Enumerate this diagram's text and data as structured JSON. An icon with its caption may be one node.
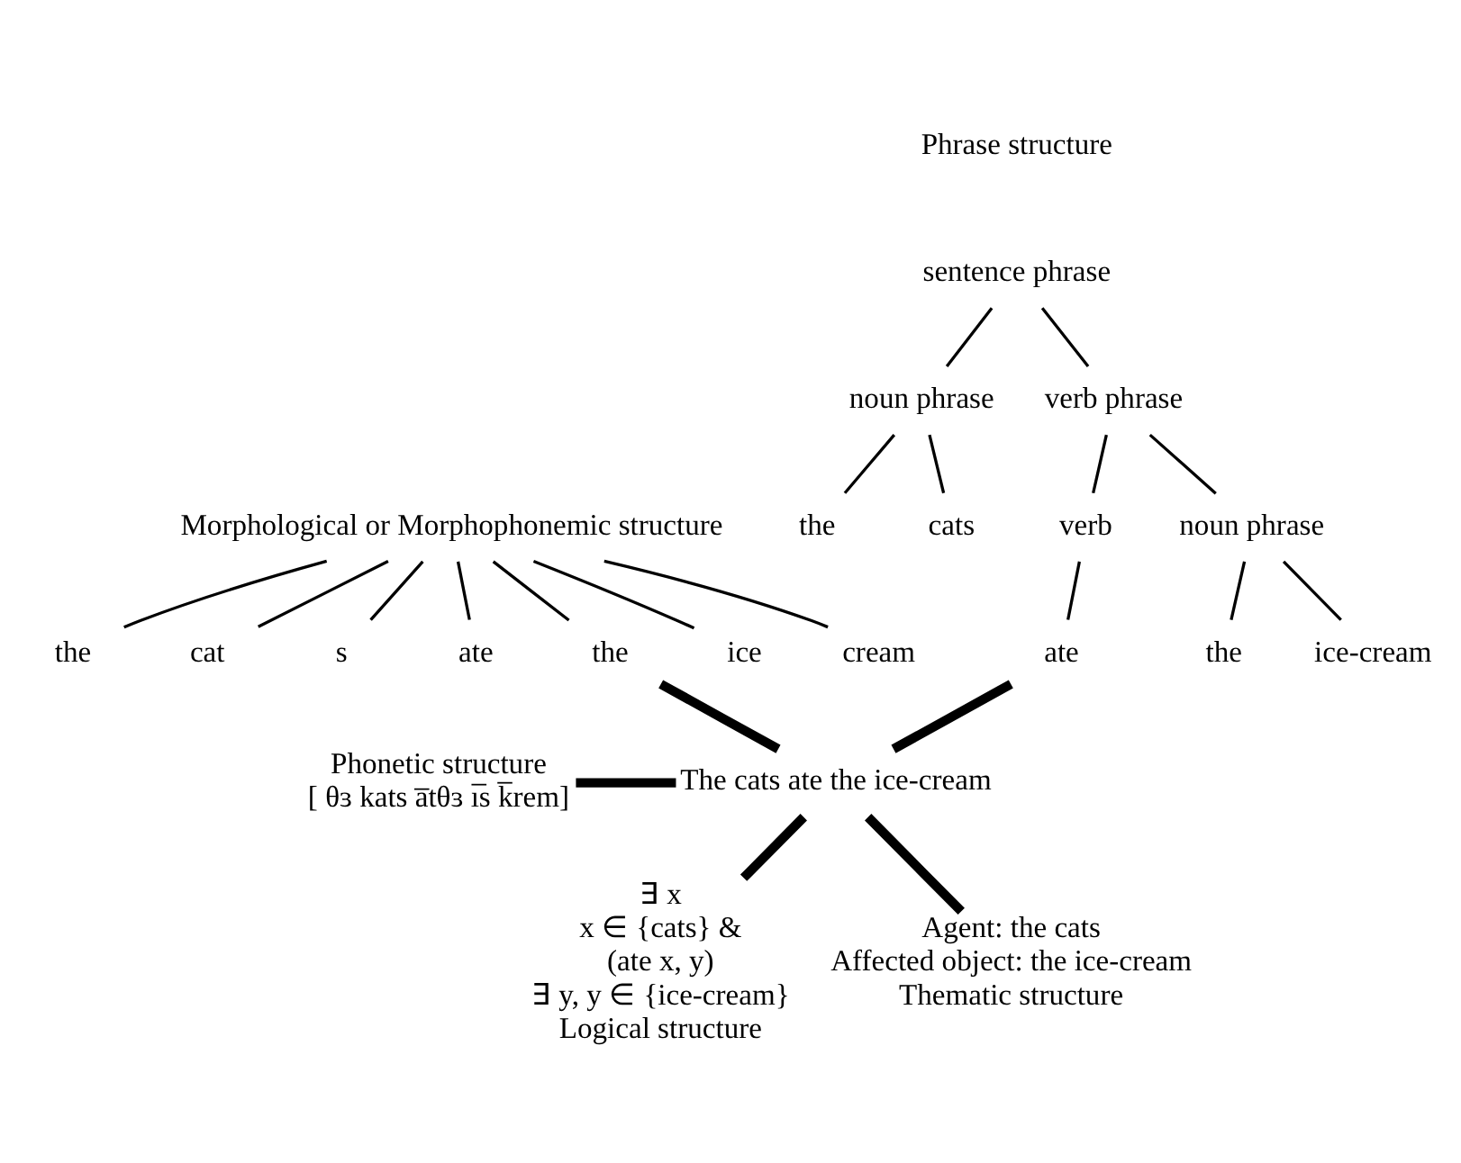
{
  "diagram": {
    "nodes": [
      {
        "text": [
          "Morphological or Morphophonemic structure"
        ]
      },
      {
        "text": [
          "the"
        ]
      },
      {
        "text": [
          "cat"
        ]
      },
      {
        "text": [
          "s"
        ]
      },
      {
        "text": [
          "ate"
        ]
      },
      {
        "text": [
          "the"
        ]
      },
      {
        "text": [
          "ice"
        ]
      },
      {
        "text": [
          "cream"
        ]
      },
      {
        "text": [
          "sentence phrase"
        ]
      },
      {
        "text": [
          "noun phrase"
        ]
      },
      {
        "text": [
          "verb phrase"
        ]
      },
      {
        "text": [
          "the"
        ]
      },
      {
        "text": [
          "cats"
        ]
      },
      {
        "text": [
          "verb"
        ]
      },
      {
        "text": [
          "noun phrase"
        ]
      },
      {
        "text": [
          "ate"
        ]
      },
      {
        "text": [
          "the"
        ]
      },
      {
        "text": [
          "ice-cream"
        ]
      },
      {
        "text": [
          "Phonetic structure",
          "[ θɜ kats a̅tθɜ ı̅s k̅rem]"
        ]
      },
      {
        "text": [
          "The cats ate the ice-cream"
        ]
      },
      {
        "text": [
          "∃ x",
          "x ∈ {cats} &",
          "(ate x, y)",
          "∃ y, y ∈ {ice-cream}",
          "Logical structure"
        ]
      },
      {
        "text": [
          "Agent: the cats",
          "Affected object: the ice-cream",
          "Thematic structure"
        ]
      }
    ],
    "edges": [
      {
        "from": 0,
        "to": 1,
        "arrow": "none"
      },
      {
        "from": 0,
        "to": 2,
        "arrow": "none"
      },
      {
        "from": 0,
        "to": 3,
        "arrow": "none"
      },
      {
        "from": 0,
        "to": 4,
        "arrow": "none"
      },
      {
        "from": 0,
        "to": 5,
        "arrow": "none"
      },
      {
        "from": 0,
        "to": 6,
        "arrow": "none"
      },
      {
        "from": 0,
        "to": 7,
        "arrow": "none"
      },
      {
        "from": 8,
        "to": 9,
        "arrow": "none"
      },
      {
        "from": 8,
        "to": 10,
        "arrow": "none"
      },
      {
        "from": 9,
        "to": 11,
        "arrow": "none"
      },
      {
        "from": 9,
        "to": 12,
        "arrow": "none"
      },
      {
        "from": 10,
        "to": 13,
        "arrow": "none"
      },
      {
        "from": 10,
        "to": 14,
        "arrow": "none"
      },
      {
        "from": 13,
        "to": 15,
        "arrow": "none"
      },
      {
        "from": 14,
        "to": 16,
        "arrow": "none"
      },
      {
        "from": 14,
        "to": 17,
        "arrow": "none"
      },
      {
        "from": 5,
        "to": 19,
        "arrow": "none",
        "style": "thick"
      },
      {
        "from": 15,
        "to": 19,
        "arrow": "none",
        "style": "thick"
      },
      {
        "from": 18,
        "to": 19,
        "arrow": "none",
        "style": "thick"
      },
      {
        "from": 19,
        "to": 20,
        "arrow": "none",
        "style": "thick"
      },
      {
        "from": 19,
        "to": 21,
        "arrow": "none",
        "style": "thick"
      }
    ],
    "labels": [
      "Phrase structure"
    ]
  }
}
